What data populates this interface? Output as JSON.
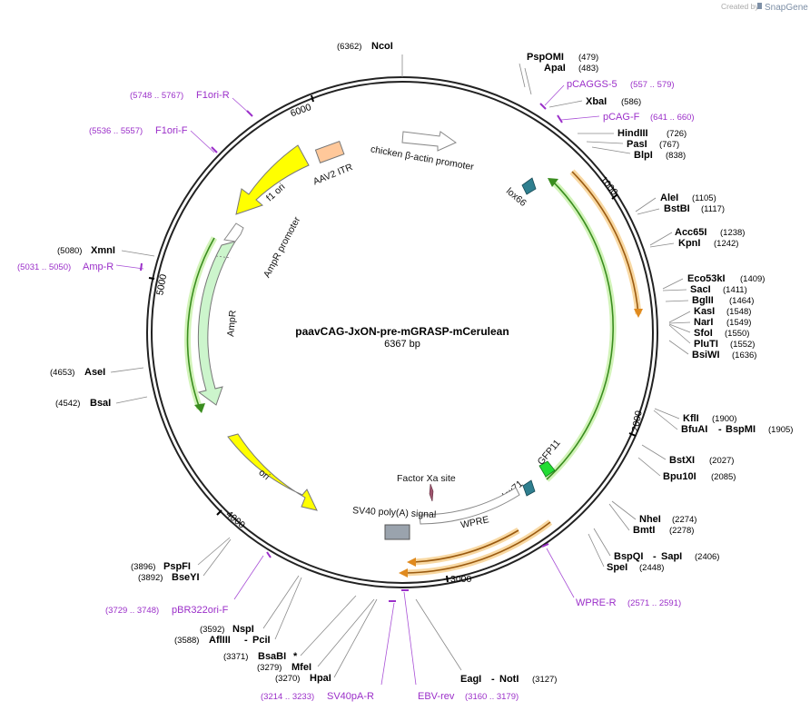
{
  "header": {
    "credit": "Created by",
    "brand": "SnapGene"
  },
  "plasmid": {
    "name": "paavCAG-JxON-pre-mGRASP-mCerulean",
    "size_label": "6367 bp",
    "length": 6367
  },
  "ticks": [
    {
      "label": "1000",
      "pos": 1000
    },
    {
      "label": "2000",
      "pos": 2000
    },
    {
      "label": "3000",
      "pos": 3000
    },
    {
      "label": "4000",
      "pos": 4000
    },
    {
      "label": "5000",
      "pos": 5000
    },
    {
      "label": "6000",
      "pos": 6000
    }
  ],
  "enzymes": [
    {
      "name": "NcoI",
      "pos": "(6362)",
      "bp": 6362
    },
    {
      "name": "PspOMI",
      "pos": "(479)",
      "bp": 479
    },
    {
      "name": "ApaI",
      "pos": "(483)",
      "bp": 483
    },
    {
      "name": "XbaI",
      "pos": "(586)",
      "bp": 586
    },
    {
      "name": "HindIII",
      "pos": "(726)",
      "bp": 726
    },
    {
      "name": "PasI",
      "pos": "(767)",
      "bp": 767
    },
    {
      "name": "BlpI",
      "pos": "(838)",
      "bp": 838
    },
    {
      "name": "AleI",
      "pos": "(1105)",
      "bp": 1105
    },
    {
      "name": "BstBI",
      "pos": "(1117)",
      "bp": 1117
    },
    {
      "name": "Acc65I",
      "pos": "(1238)",
      "bp": 1238
    },
    {
      "name": "KpnI",
      "pos": "(1242)",
      "bp": 1242
    },
    {
      "name": "Eco53kI",
      "pos": "(1409)",
      "bp": 1409
    },
    {
      "name": "SacI",
      "pos": "(1411)",
      "bp": 1411
    },
    {
      "name": "BglII",
      "pos": "(1464)",
      "bp": 1464
    },
    {
      "name": "KasI",
      "pos": "(1548)",
      "bp": 1548
    },
    {
      "name": "NarI",
      "pos": "(1549)",
      "bp": 1549
    },
    {
      "name": "SfoI",
      "pos": "(1550)",
      "bp": 1550
    },
    {
      "name": "PluTI",
      "pos": "(1552)",
      "bp": 1552
    },
    {
      "name": "BsiWI",
      "pos": "(1636)",
      "bp": 1636
    },
    {
      "name": "KflI",
      "pos": "(1900)",
      "bp": 1900
    },
    {
      "name": "BfuAI",
      "name2": "BspMI",
      "pos": "(1905)",
      "bp": 1905
    },
    {
      "name": "BstXI",
      "pos": "(2027)",
      "bp": 2027
    },
    {
      "name": "Bpu10I",
      "pos": "(2085)",
      "bp": 2085
    },
    {
      "name": "NheI",
      "pos": "(2274)",
      "bp": 2274
    },
    {
      "name": "BmtI",
      "pos": "(2278)",
      "bp": 2278
    },
    {
      "name": "BspQI",
      "name2": "SapI",
      "pos": "(2406)",
      "bp": 2406
    },
    {
      "name": "SpeI",
      "pos": "(2448)",
      "bp": 2448
    },
    {
      "name": "EagI",
      "name2": "NotI",
      "pos": "(3127)",
      "bp": 3127
    },
    {
      "name": "HpaI",
      "pos": "(3270)",
      "bp": 3270
    },
    {
      "name": "MfeI",
      "pos": "(3279)",
      "bp": 3279
    },
    {
      "name": "BsaBI",
      "suffix": "*",
      "pos": "(3371)",
      "bp": 3371
    },
    {
      "name": "AflIII",
      "name2": "PciI",
      "pos": "(3588)",
      "bp": 3588
    },
    {
      "name": "NspI",
      "pos": "(3592)",
      "bp": 3592
    },
    {
      "name": "BseYI",
      "pos": "(3892)",
      "bp": 3892
    },
    {
      "name": "PspFI",
      "pos": "(3896)",
      "bp": 3896
    },
    {
      "name": "BsaI",
      "pos": "(4542)",
      "bp": 4542
    },
    {
      "name": "AseI",
      "pos": "(4653)",
      "bp": 4653
    },
    {
      "name": "XmnI",
      "pos": "(5080)",
      "bp": 5080
    }
  ],
  "primers": [
    {
      "name": "pCAGGS-5",
      "range": "(557 .. 579)",
      "bp": 568
    },
    {
      "name": "pCAG-F",
      "range": "(641 .. 660)",
      "bp": 650
    },
    {
      "name": "WPRE-R",
      "range": "(2571 .. 2591)",
      "bp": 2581
    },
    {
      "name": "EBV-rev",
      "range": "(3160 .. 3179)",
      "bp": 3170
    },
    {
      "name": "SV40pA-R",
      "range": "(3214 .. 3233)",
      "bp": 3224
    },
    {
      "name": "pBR322ori-F",
      "range": "(3729 .. 3748)",
      "bp": 3738
    },
    {
      "name": "Amp-R",
      "range": "(5031 .. 5050)",
      "bp": 5040
    },
    {
      "name": "F1ori-F",
      "range": "(5536 .. 5557)",
      "bp": 5546
    },
    {
      "name": "F1ori-R",
      "range": "(5748 .. 5767)",
      "bp": 5757
    }
  ],
  "features": [
    {
      "name": "chicken β-actin promoter",
      "color": "#ffffff"
    },
    {
      "name": "lox66",
      "color": "#2f7f8f"
    },
    {
      "name": "GFP11",
      "color": "#22dd33"
    },
    {
      "name": "lox71",
      "color": "#2f7f8f"
    },
    {
      "name": "Factor Xa site",
      "color": "#a0566f"
    },
    {
      "name": "WPRE",
      "color": "#ffffff"
    },
    {
      "name": "SV40 poly(A) signal",
      "color": "#9aa3ad"
    },
    {
      "name": "ori",
      "color": "#ffff00"
    },
    {
      "name": "AmpR",
      "color": "#ccf5cc"
    },
    {
      "name": "AmpR promoter",
      "color": "#ffffff"
    },
    {
      "name": "f1 ori",
      "color": "#ffff00"
    },
    {
      "name": "AAV2 ITR",
      "color": "#ffc89a"
    }
  ],
  "colors": {
    "primer": "#9b2fc9",
    "orange_arc": "#e08a1e",
    "green_arc": "#3a8d1f",
    "backbone": "#222222"
  }
}
